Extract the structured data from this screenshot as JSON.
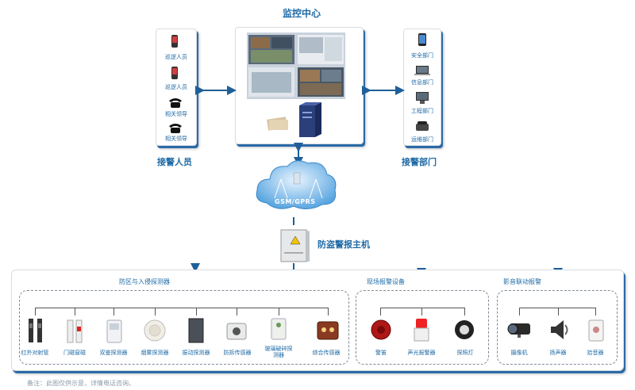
{
  "center": {
    "title": "监控中心"
  },
  "left_panel": {
    "title": "接警人员",
    "items": [
      "巡逻人员",
      "巡逻人员",
      "相关领导",
      "相关领导"
    ]
  },
  "right_panel": {
    "title": "接警部门",
    "items": [
      "安全部门",
      "信息部门",
      "工程部门",
      "运维部门"
    ]
  },
  "cloud": {
    "label": "GSM/GPRS"
  },
  "host": {
    "label": "防盗警报主机"
  },
  "sections": {
    "intrusion": {
      "title": "防区与入侵探测器",
      "items": [
        "红外对射管",
        "门磁窗磁",
        "双鉴探测器",
        "烟雾探测器",
        "振动探测器",
        "防拆传感器",
        "玻璃破碎探测器",
        "综合传感器"
      ]
    },
    "onsite": {
      "title": "现场报警设备",
      "items": [
        "警笛",
        "声光报警器",
        "探照灯"
      ]
    },
    "av": {
      "title": "影音联动报警",
      "items": [
        "摄像机",
        "扬声器",
        "拾音器"
      ]
    }
  },
  "footnote": "备注：此图仅供示意，详情电话咨询。",
  "colors": {
    "accent": "#1e6aa6",
    "arrow": "#1e5f99",
    "shadow": "#2a6aa8"
  }
}
